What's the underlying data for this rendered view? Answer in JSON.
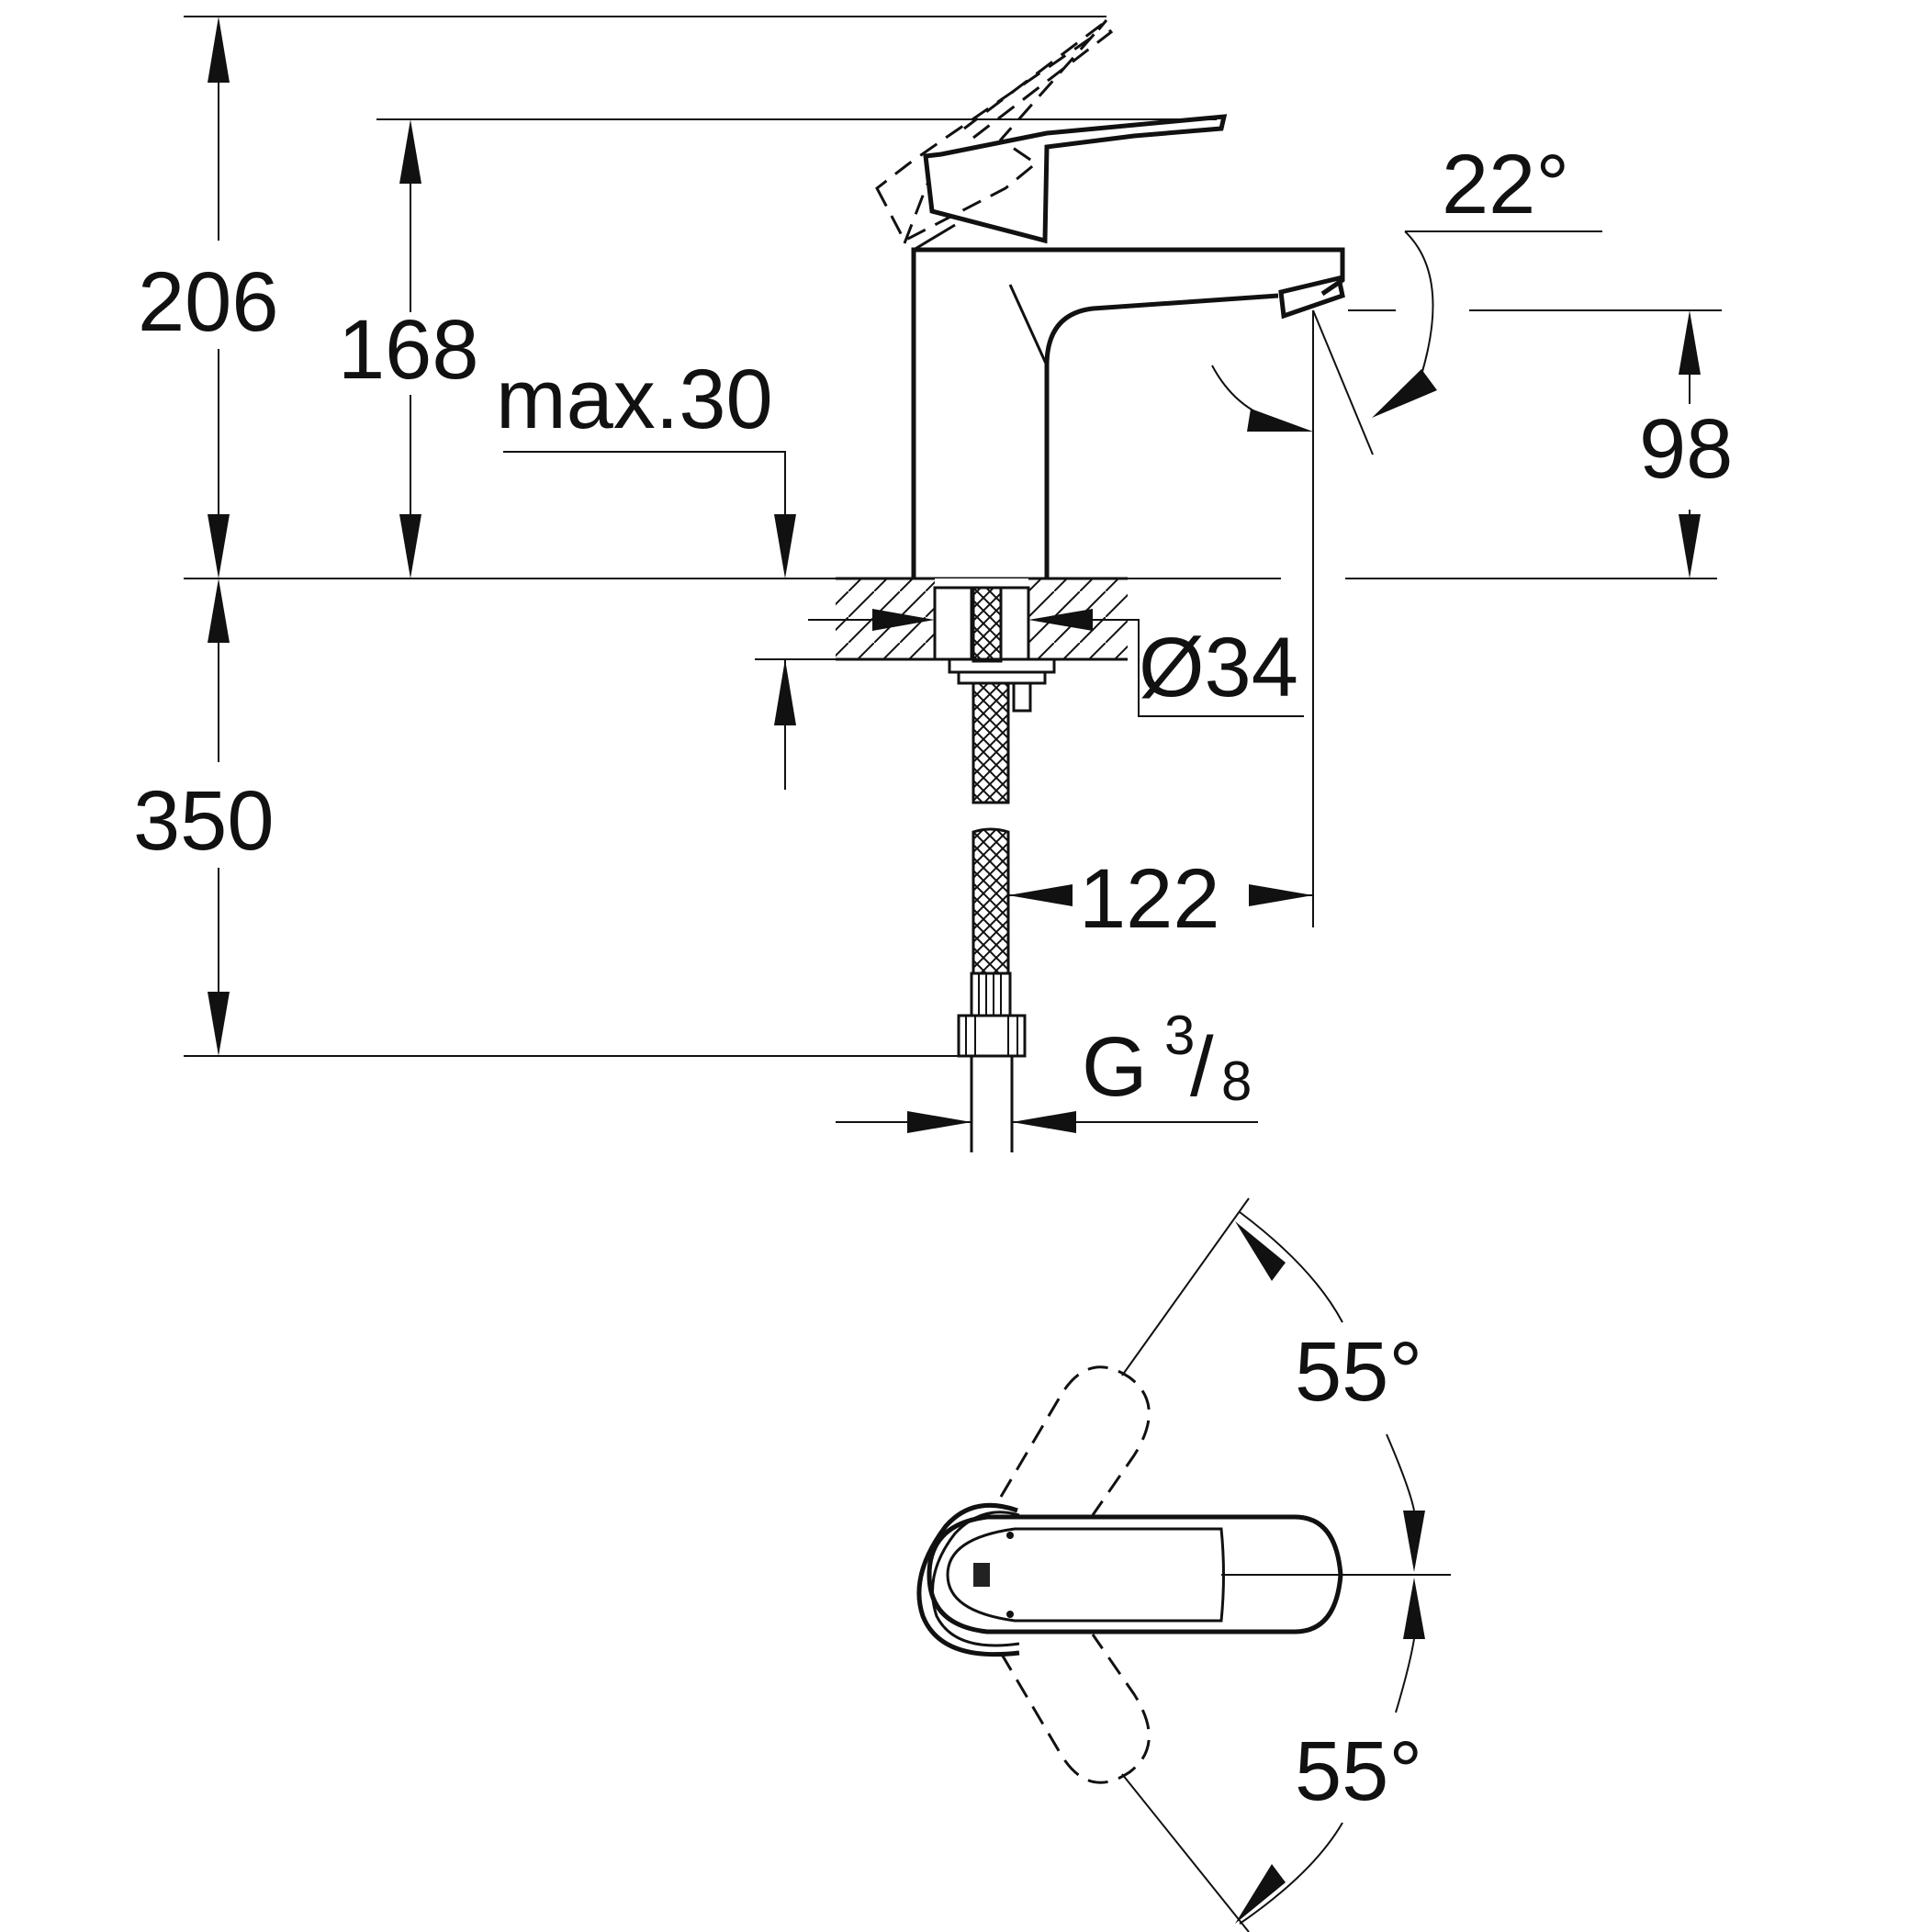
{
  "drawing": {
    "dimensions": {
      "total_height": "206",
      "lever_height": "168",
      "max_deck": "max.30",
      "spout_height": "98",
      "hole_diameter": "Ø34",
      "hose_length": "350",
      "projection": "122",
      "thread_main": "G",
      "thread_numerator": "3",
      "thread_slash": "/",
      "thread_denominator": "8"
    },
    "angles": {
      "spout_tilt": "22°",
      "lever_upper": "55°",
      "lever_lower": "55°"
    },
    "colors": {
      "line": "#111111",
      "background": "#ffffff"
    }
  }
}
